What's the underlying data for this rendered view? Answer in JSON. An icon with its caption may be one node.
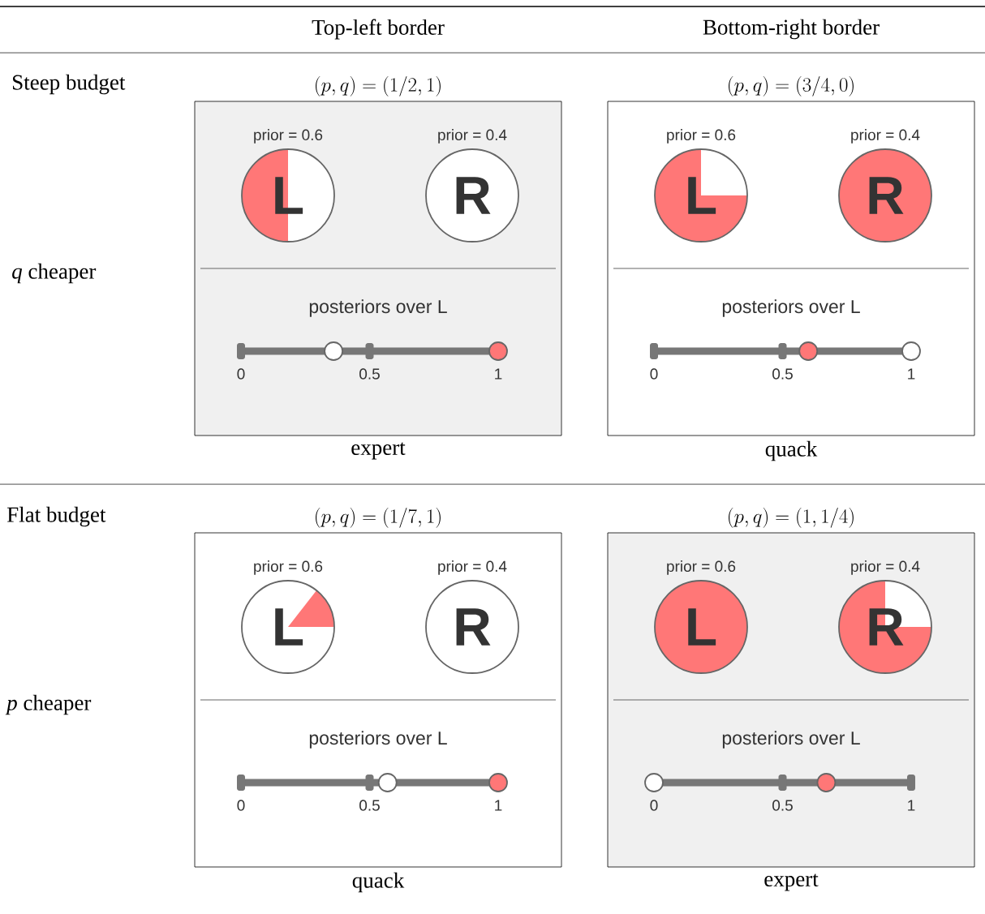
{
  "diagram": {
    "nodes": [
      {
        "text": [
          "(p,q)=(1/2,1)",
          "posteriors over L",
          "0",
          "0.5",
          "1"
        ],
        "beside": [
          "expert"
        ]
      },
      {
        "text": [
          "L"
        ],
        "beside": [
          "prior = 0.6"
        ],
        "in": 0
      },
      {
        "text": [
          "R"
        ],
        "beside": [
          "prior = 0.4"
        ],
        "in": 0
      },
      {
        "text": [
          "(p,q)=(3/4,0)",
          "posteriors over L",
          "0",
          "0.5",
          "1"
        ],
        "beside": [
          "quack"
        ]
      },
      {
        "text": [
          "L"
        ],
        "beside": [
          "prior = 0.6"
        ],
        "in": 3
      },
      {
        "text": [
          "R"
        ],
        "beside": [
          "prior = 0.4"
        ],
        "in": 3
      },
      {
        "text": [
          "(p,q)=(1/7,1)",
          "posteriors over L",
          "0",
          "0.5",
          "1"
        ],
        "beside": [
          "quack"
        ]
      },
      {
        "text": [
          "L"
        ],
        "beside": [
          "prior = 0.6"
        ],
        "in": 6
      },
      {
        "text": [
          "R"
        ],
        "beside": [
          "prior = 0.4"
        ],
        "in": 6
      },
      {
        "text": [
          "(p,q)=(1,1/4)",
          "posteriors over L",
          "0",
          "0.5",
          "1"
        ],
        "beside": [
          "expert"
        ]
      },
      {
        "text": [
          "L"
        ],
        "beside": [
          "prior = 0.6"
        ],
        "in": 9
      },
      {
        "text": [
          "R"
        ],
        "beside": [
          "prior = 0.4"
        ],
        "in": 9
      }
    ],
    "edges": [],
    "labels": [
      "Top-left border",
      "Bottom-right border",
      "Steep budget",
      "*q* cheaper",
      "Flat budget",
      "*p* cheaper"
    ]
  }
}
